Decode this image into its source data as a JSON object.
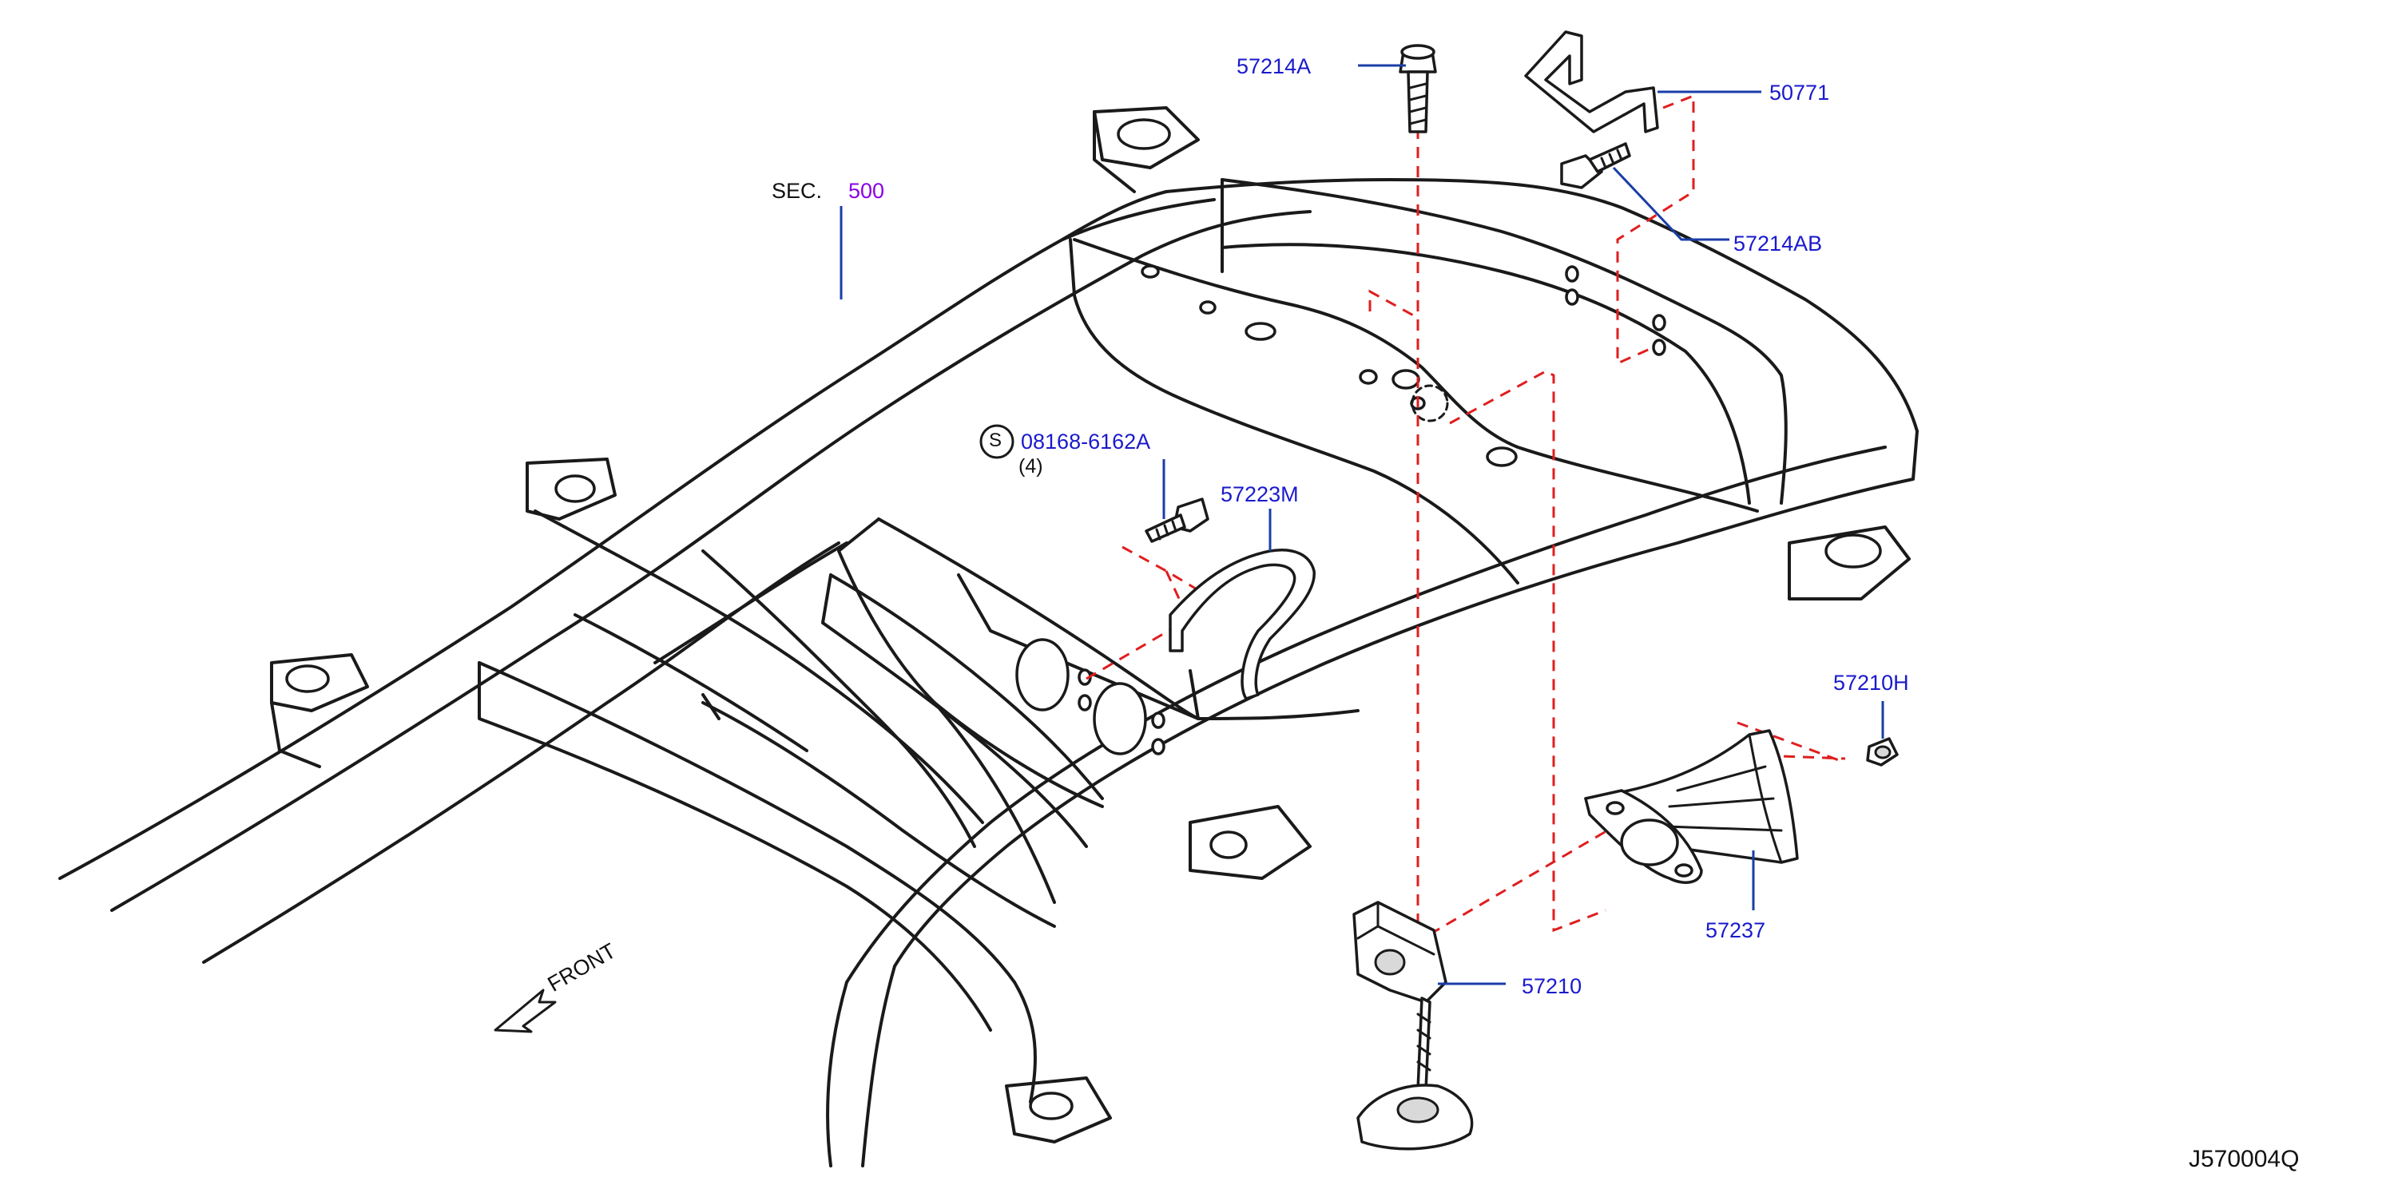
{
  "diagram": {
    "drawing_code": "J570004Q",
    "section_ref": {
      "prefix": "SEC.",
      "number": "500"
    },
    "direction_label": "FRONT",
    "parts": [
      {
        "id": "p-57214A",
        "number": "57214A"
      },
      {
        "id": "p-50771",
        "number": "50771"
      },
      {
        "id": "p-57214AB",
        "number": "57214AB"
      },
      {
        "id": "p-08168",
        "number": "08168-6162A",
        "symbol": "S",
        "qty": "(4)"
      },
      {
        "id": "p-57223M",
        "number": "57223M"
      },
      {
        "id": "p-57210H",
        "number": "57210H"
      },
      {
        "id": "p-57237",
        "number": "57237"
      },
      {
        "id": "p-57210",
        "number": "57210"
      }
    ]
  },
  "colors": {
    "part_number": "#1a1acc",
    "section_number": "#8a00e6",
    "leader": "#1a3ea8",
    "dashed_guide": "#e01e1e",
    "linework": "#1a1a1a"
  }
}
